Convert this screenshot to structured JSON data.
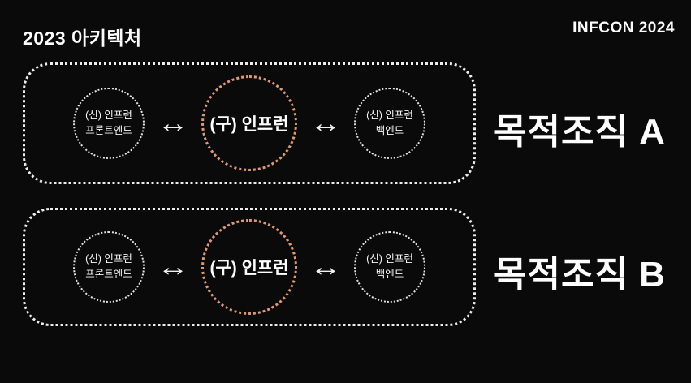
{
  "header": {
    "title": "2023 아키텍처",
    "brand": "INFCON 2024"
  },
  "glyphs": {
    "double_arrow": "↔"
  },
  "colors": {
    "background": "#0a0a0a",
    "stroke_white": "#ededed",
    "stroke_orange": "#dd9a70",
    "text_white": "#ffffff"
  },
  "groups": [
    {
      "label": "목적조직 A",
      "left": {
        "line1": "(신) 인프런",
        "line2": "프론트엔드"
      },
      "center": {
        "label": "(구) 인프런"
      },
      "right": {
        "line1": "(신) 인프런",
        "line2": "백엔드"
      }
    },
    {
      "label": "목적조직 B",
      "left": {
        "line1": "(신) 인프런",
        "line2": "프론트엔드"
      },
      "center": {
        "label": "(구) 인프런"
      },
      "right": {
        "line1": "(신) 인프런",
        "line2": "백엔드"
      }
    }
  ]
}
